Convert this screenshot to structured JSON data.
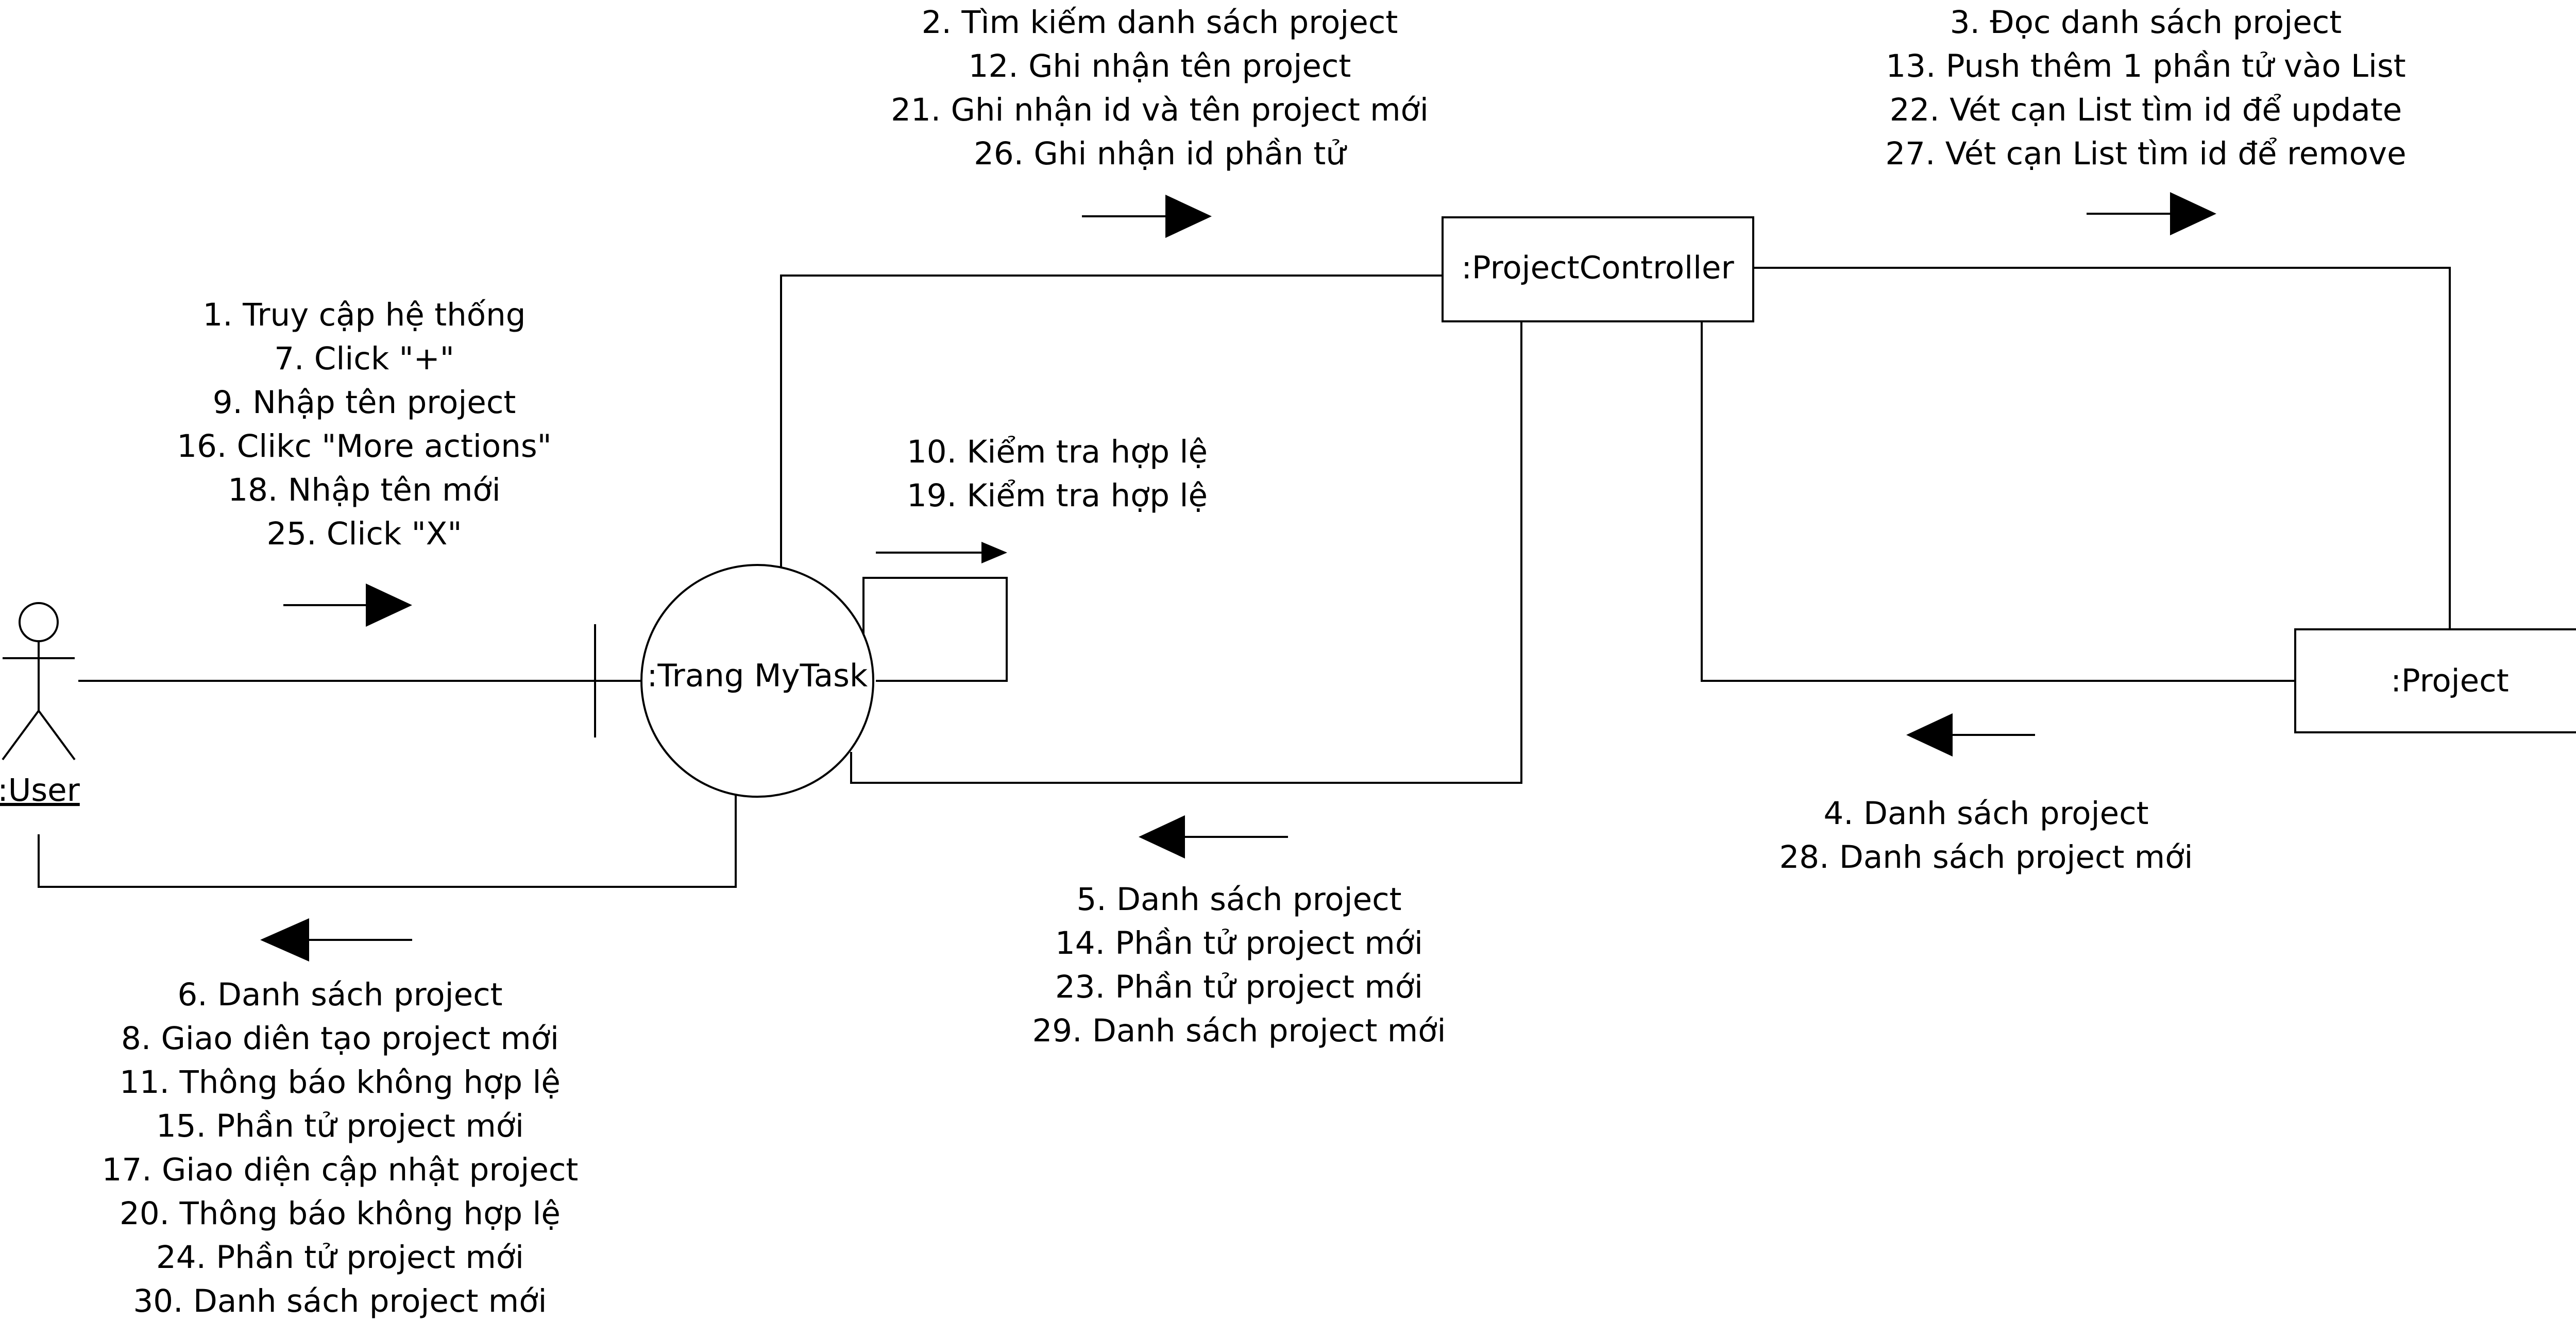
{
  "diagram": {
    "actor": {
      "name": ":User"
    },
    "objects": {
      "boundary": ":Trang MyTask",
      "controller": ":ProjectController",
      "entity": ":Project"
    },
    "messages": {
      "user_to_page": [
        "1. Truy cập hệ thống",
        "7. Click \"+\"",
        "9. Nhập tên project",
        "16. Clikc \"More actions\"",
        "18. Nhập tên mới",
        "25. Click \"X\""
      ],
      "page_self": [
        "10. Kiểm tra hợp lệ",
        "19. Kiểm tra hợp lệ"
      ],
      "page_to_controller": [
        "2. Tìm kiếm danh sách project",
        "12. Ghi nhận tên project",
        "21. Ghi nhận id và tên project mới",
        "26. Ghi nhận id phần tử"
      ],
      "controller_to_project": [
        "3. Đọc danh sách project",
        "13. Push thêm 1 phần tử vào List",
        "22. Vét cạn List tìm id để update",
        "27. Vét cạn List tìm id để remove"
      ],
      "project_to_controller": [
        "4. Danh sách project",
        "28. Danh sách project mới"
      ],
      "controller_to_page": [
        "5. Danh sách project",
        "14. Phần tử project mới",
        "23. Phần tử project mới",
        "29. Danh sách project mới"
      ],
      "page_to_user": [
        "6. Danh sách project",
        "8. Giao diên tạo project mới",
        "11. Thông báo không hợp lệ",
        "15. Phần tử project mới",
        "17. Giao diện cập nhật project",
        "20. Thông báo không hợp lệ",
        "24. Phần tử project mới",
        "30. Danh sách project mới"
      ]
    }
  }
}
